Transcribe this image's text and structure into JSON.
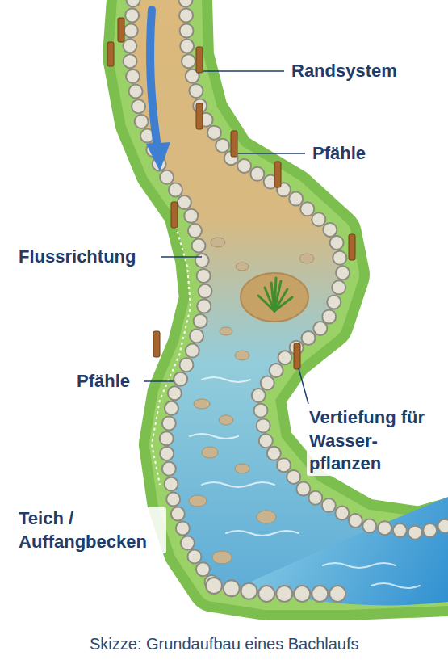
{
  "diagram": {
    "caption": "Skizze: Grundaufbau eines Bachlaufs",
    "labels": [
      "Randsystem",
      "Pfähle",
      "Flussrichtung",
      "Pfähle",
      "Vertiefung für Wasser- pflanzen",
      "Teich / Auffangbecken"
    ]
  }
}
